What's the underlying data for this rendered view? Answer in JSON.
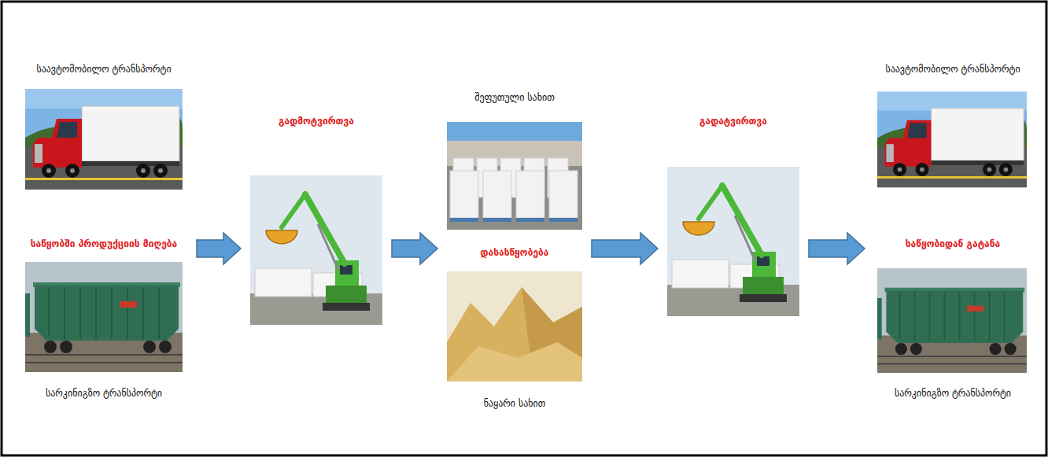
{
  "diagram": {
    "nodes": [
      {
        "text": [
          "საავტომობილო ტრანსპორტი",
          "საწყობში პროდუქციის მიღება",
          "სარკინიგზო ტრანსპორტი"
        ]
      },
      {
        "text": [
          "გადმოტვირთვა"
        ]
      },
      {
        "text": [
          "შეფუთული სახით",
          "დასასწყობება",
          "ნაყარი სახით"
        ]
      },
      {
        "text": [
          "გადატვირთვა"
        ]
      },
      {
        "text": [
          "საავტომობილო ტრანსპორტი",
          "საწყობიდან გატანა",
          "სარკინიგზო ტრანსპორტი"
        ]
      }
    ],
    "edges": [
      {
        "from": 0,
        "to": 1,
        "arrow": "to"
      },
      {
        "from": 1,
        "to": 2,
        "arrow": "to"
      },
      {
        "from": 2,
        "to": 3,
        "arrow": "to"
      },
      {
        "from": 3,
        "to": 4,
        "arrow": "to"
      }
    ]
  }
}
